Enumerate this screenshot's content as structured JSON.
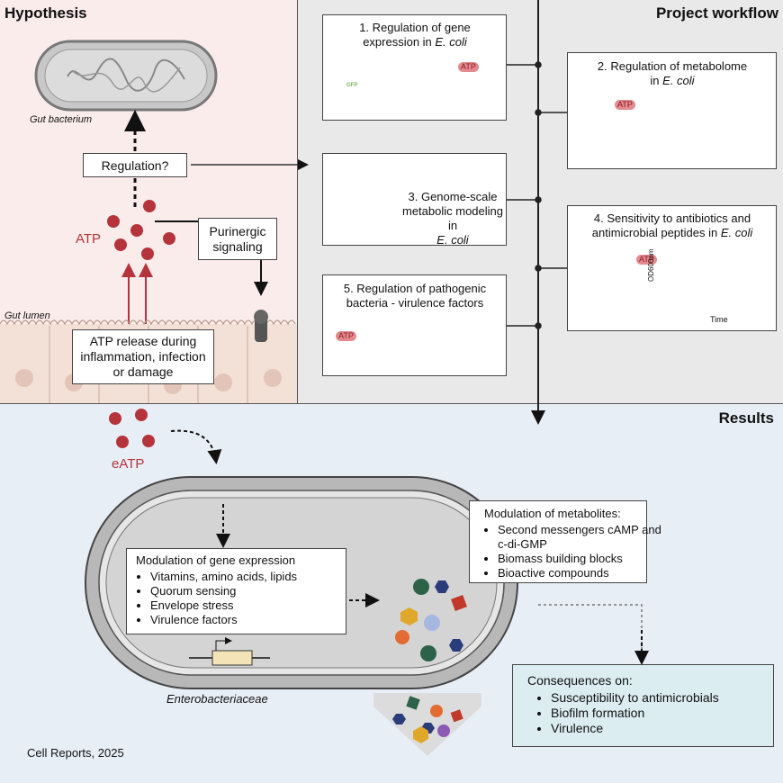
{
  "hypothesis": {
    "title": "Hypothesis",
    "gut_bacterium_label": "Gut bacterium",
    "regulation_label": "Regulation?",
    "atp_label": "ATP",
    "purinergic_label": "Purinergic signaling",
    "gut_lumen_label": "Gut lumen",
    "atp_release_label": "ATP release during inflammation, infection or damage"
  },
  "workflow": {
    "title": "Project workflow",
    "step1_line1": "1.  Regulation of gene",
    "step1_line2": "expression in ",
    "step1_italic": "E. coli",
    "step2_line1": "2. Regulation of metabolome",
    "step2_line2": "in ",
    "step2_italic": "E. coli",
    "step3_line1": "3. Genome-scale",
    "step3_line2": "metabolic modeling in",
    "step3_italic": "E. coli",
    "step4_line1": "4. Sensitivity to antibiotics and",
    "step4_line2": "antimicrobial peptides in ",
    "step4_italic": "E. coli",
    "step5_line1": "5. Regulation of pathogenic",
    "step5_line2": "bacteria - virulence factors",
    "atp_tag": "ATP",
    "gfp_tag": "GFP",
    "od_label": "OD600nm",
    "time_label": "Time"
  },
  "results": {
    "title": "Results",
    "eatp_label": "eATP",
    "gene_expr_title": "Modulation of gene expression",
    "gene_expr_items": [
      "Vitamins, amino acids, lipids",
      "Quorum sensing",
      "Envelope stress",
      "Virulence factors"
    ],
    "metab_title": "Modulation of metabolites:",
    "metab_items": [
      "Second messengers cAMP and c-di-GMP",
      "Biomass building blocks",
      "Bioactive compounds"
    ],
    "cons_title": "Consequences on:",
    "cons_items": [
      "Susceptibility to antimicrobials",
      "Biofilm formation",
      "Virulence"
    ],
    "family_label": "Enterobacteriaceae"
  },
  "citation": "Cell Reports, 2025",
  "colors": {
    "atp_red": "#b5343c",
    "hyp_bg": "#fbecec",
    "wf_bg": "#e9e9e9",
    "res_bg": "#e8eef6",
    "cons_bg": "#dcedf2"
  }
}
